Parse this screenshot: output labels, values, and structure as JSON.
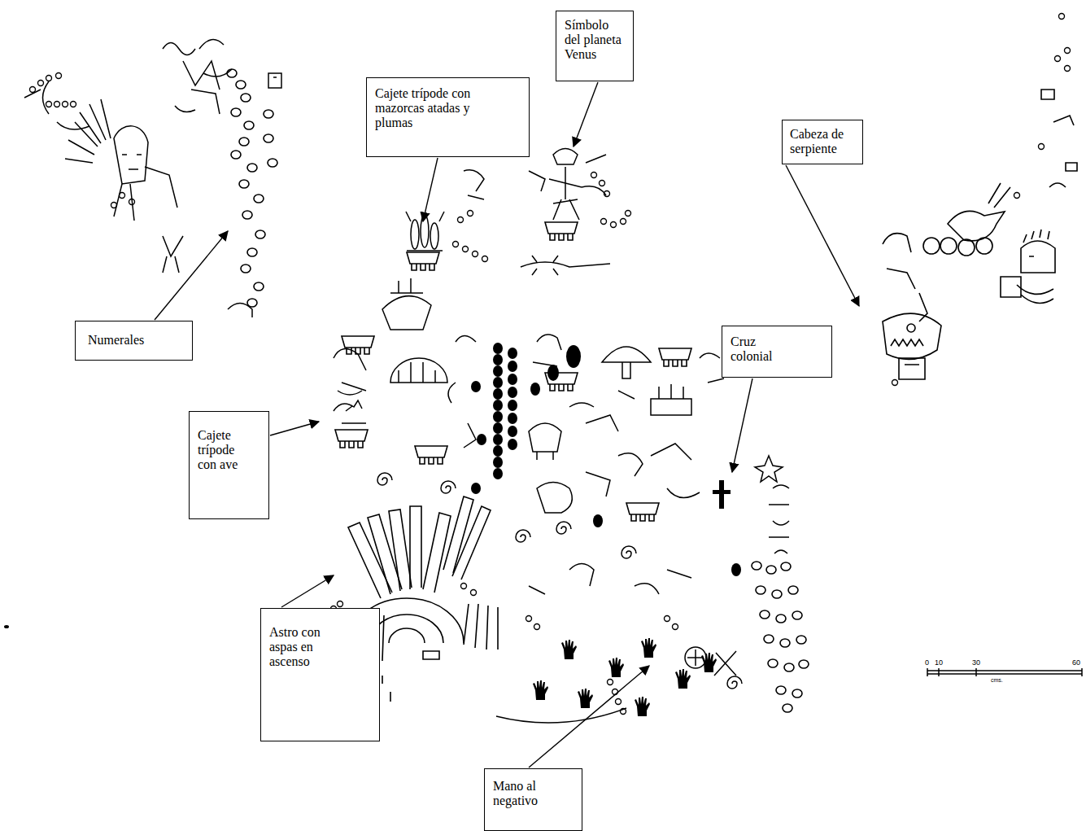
{
  "diagram": {
    "nodes": [
      {
        "text": [
          "Símbolo del planeta Venus"
        ]
      },
      {
        "text": [
          "Cajete trípode con mazorcas atadas y plumas"
        ]
      },
      {
        "text": [
          "Cabeza de serpiente"
        ]
      },
      {
        "text": [
          "Numerales"
        ]
      },
      {
        "text": [
          "Cruz colonial"
        ]
      },
      {
        "text": [
          "Cajete trípode con ave"
        ]
      },
      {
        "text": [
          "Astro con aspas en ascenso"
        ]
      },
      {
        "text": [
          "Mano al negativo"
        ]
      }
    ],
    "labels": [
      "0",
      "10",
      "30",
      "60",
      "cms."
    ]
  }
}
